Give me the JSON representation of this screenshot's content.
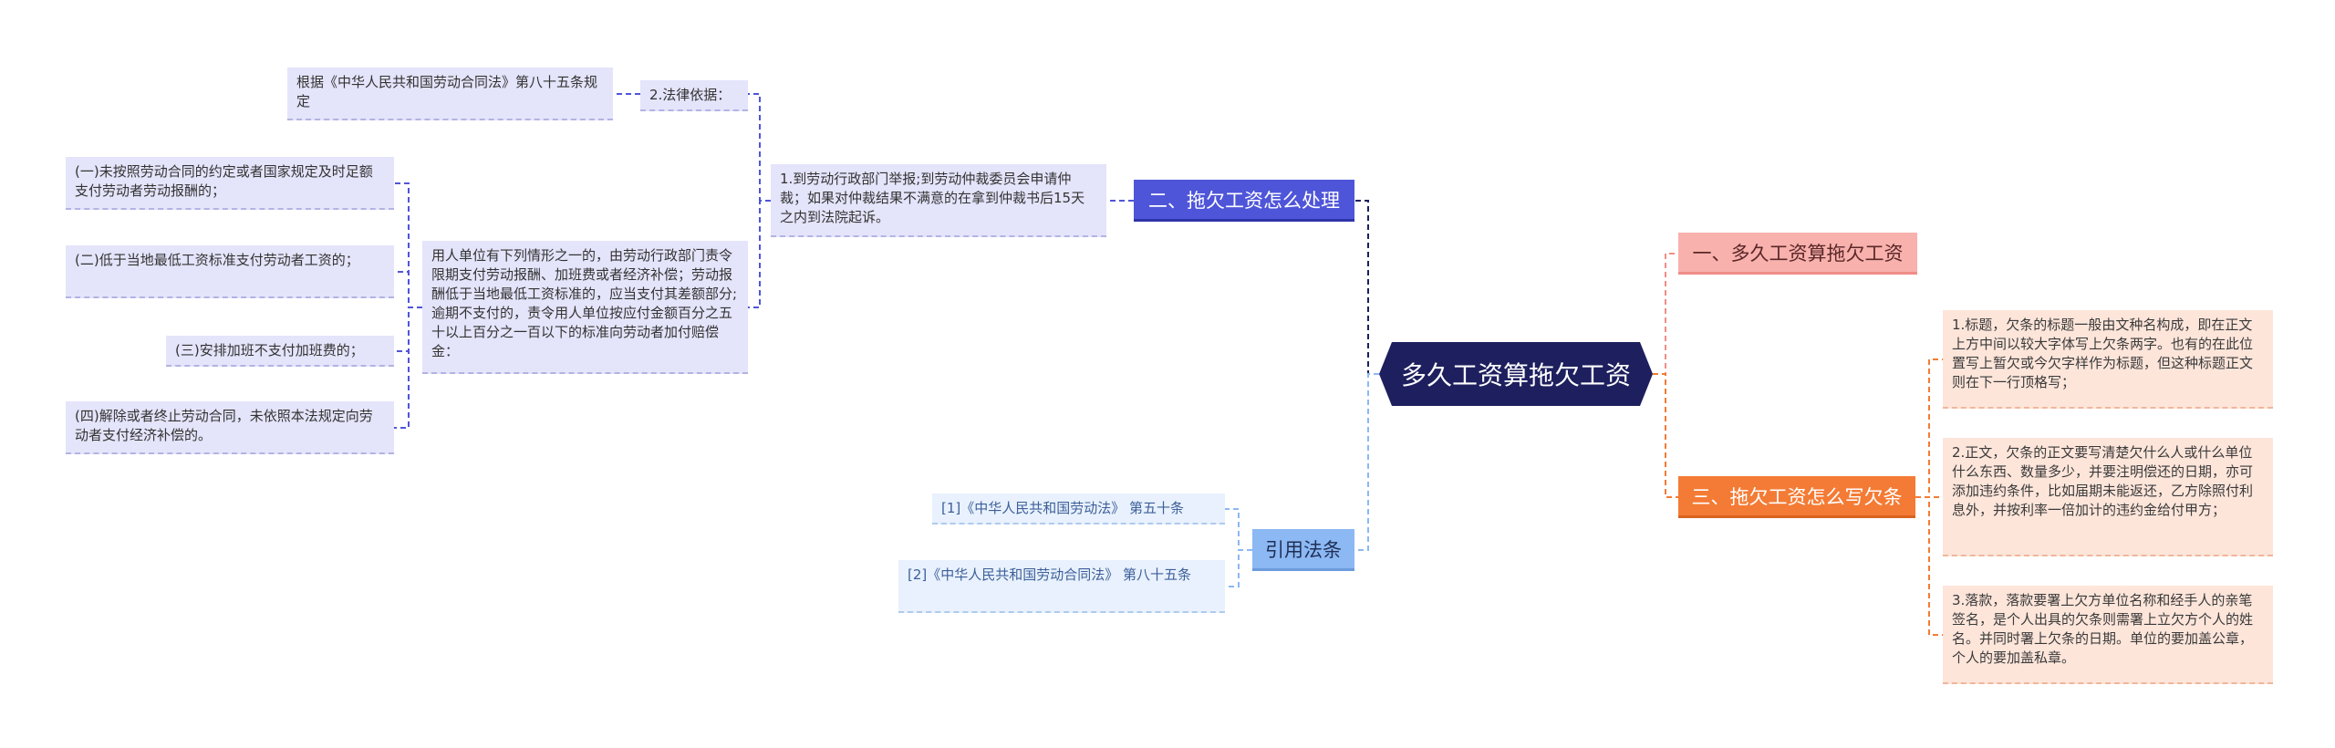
{
  "root": "多久工资算拖欠工资",
  "branch2": {
    "title": "二、拖欠工资怎么处理",
    "step1": "1.到劳动行政部门举报;到劳动仲裁委员会申请仲裁；如果对仲裁结果不满意的在拿到仲裁书后15天之内到法院起诉。",
    "step2": "2.法律依据：",
    "basis": "根据《中华人民共和国劳动合同法》第八十五条规定",
    "employer": "用人单位有下列情形之一的，由劳动行政部门责令限期支付劳动报酬、加班费或者经济补偿；劳动报酬低于当地最低工资标准的，应当支付其差额部分;逾期不支付的，责令用人单位按应付金额百分之五十以上百分之一百以下的标准向劳动者加付赔偿金：",
    "cases": [
      "(一)未按照劳动合同的约定或者国家规定及时足额支付劳动者劳动报酬的；",
      "(二)低于当地最低工资标准支付劳动者工资的；",
      "(三)安排加班不支付加班费的；",
      "(四)解除或者终止劳动合同，未依照本法规定向劳动者支付经济补偿的。"
    ]
  },
  "refs": {
    "title": "引用法条",
    "items": [
      "[1]《中华人民共和国劳动法》 第五十条",
      "[2]《中华人民共和国劳动合同法》 第八十五条"
    ]
  },
  "branch1": {
    "title": "一、多久工资算拖欠工资"
  },
  "branch3": {
    "title": "三、拖欠工资怎么写欠条",
    "items": [
      "1.标题，欠条的标题一般由文种名构成，即在正文上方中间以较大字体写上欠条两字。也有的在此位置写上暂欠或今欠字样作为标题，但这种标题正文则在下一行顶格写；",
      "2.正文，欠条的正文要写清楚欠什么人或什么单位什么东西、数量多少，并要注明偿还的日期，亦可添加违约条件，比如届期未能返还，乙方除照付利息外，并按利率一倍加计的违约金给付甲方；",
      "3.落款，落款要署上欠方单位名称和经手人的亲笔签名，是个人出具的欠条则需署上立欠方个人的姓名。并同时署上欠条的日期。单位的要加盖公章，个人的要加盖私章。"
    ]
  },
  "colors": {
    "root": "#1d1f5e",
    "branch2": "#4f55d9",
    "refs": "#8cb8f3",
    "branch1": "#f8b1ad",
    "branch3": "#f47b35"
  }
}
